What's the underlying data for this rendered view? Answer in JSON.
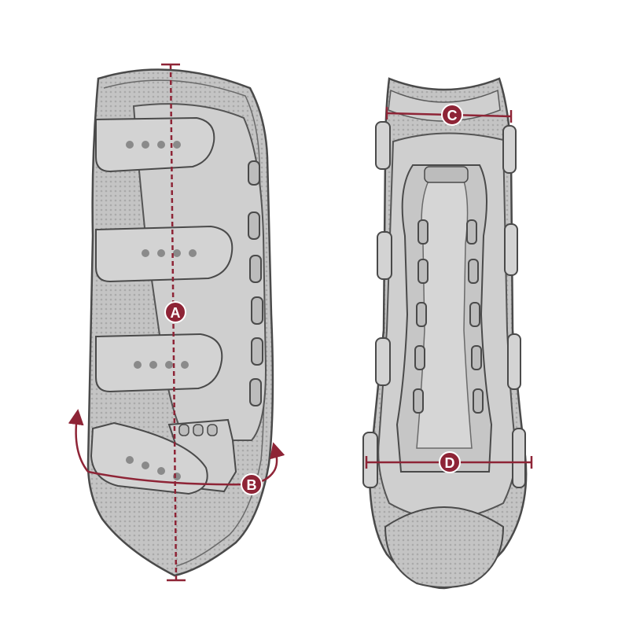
{
  "colors": {
    "measure_line": "#8e2436",
    "marker_fill": "#8e2436",
    "marker_text": "#ffffff",
    "boot_fill": "#c9c9c9",
    "boot_mesh": "#bdbdbd",
    "boot_outline": "#4a4a4a",
    "strap_fill": "#d3d3d3"
  },
  "markers": {
    "a": "A",
    "b": "B",
    "c": "C",
    "d": "D"
  },
  "icons": [
    "arrow-up-left-icon",
    "arrow-up-right-icon"
  ]
}
